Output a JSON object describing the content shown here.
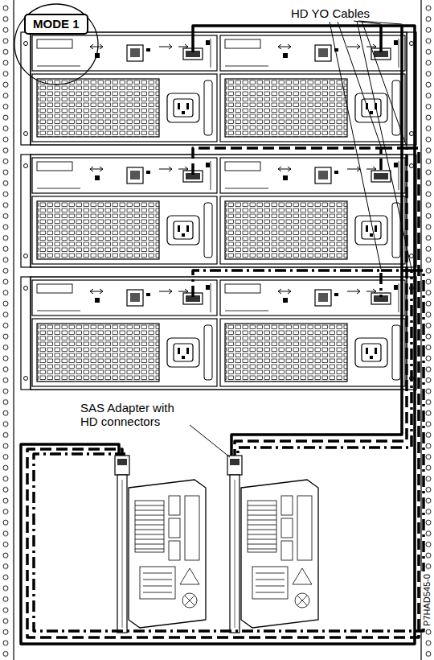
{
  "diagram": {
    "nodes": [
      {
        "text": [
          "MODE 1"
        ]
      }
    ],
    "labels": [
      "HD YO Cables",
      "SAS Adapter with HD connectors",
      "P7HAD545-0"
    ]
  }
}
